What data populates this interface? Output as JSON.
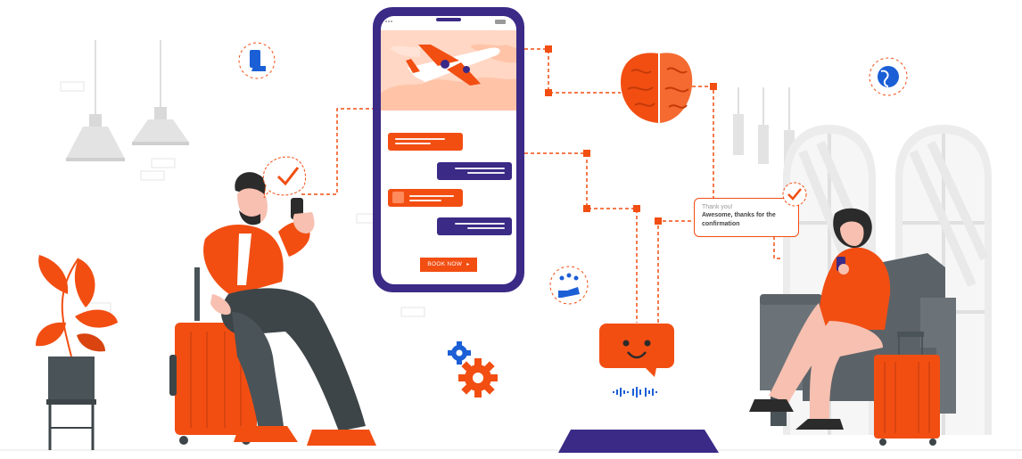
{
  "phone": {
    "button_label": "BOOK NOW"
  },
  "confirmation": {
    "line1": "Thank you!",
    "line2": "Awesome, thanks for the confirmation"
  },
  "colors": {
    "accent": "#f24e12",
    "navy": "#3b2a86",
    "grey": "#5c6368",
    "skin": "#f7c0b0",
    "hair": "#2b2b2b"
  },
  "icons": [
    "tablet-hand-icon",
    "globe-icon",
    "rating-hand-icon",
    "gear-icon",
    "check-icon",
    "brain-icon",
    "chatbot-icon",
    "airplane-icon"
  ]
}
